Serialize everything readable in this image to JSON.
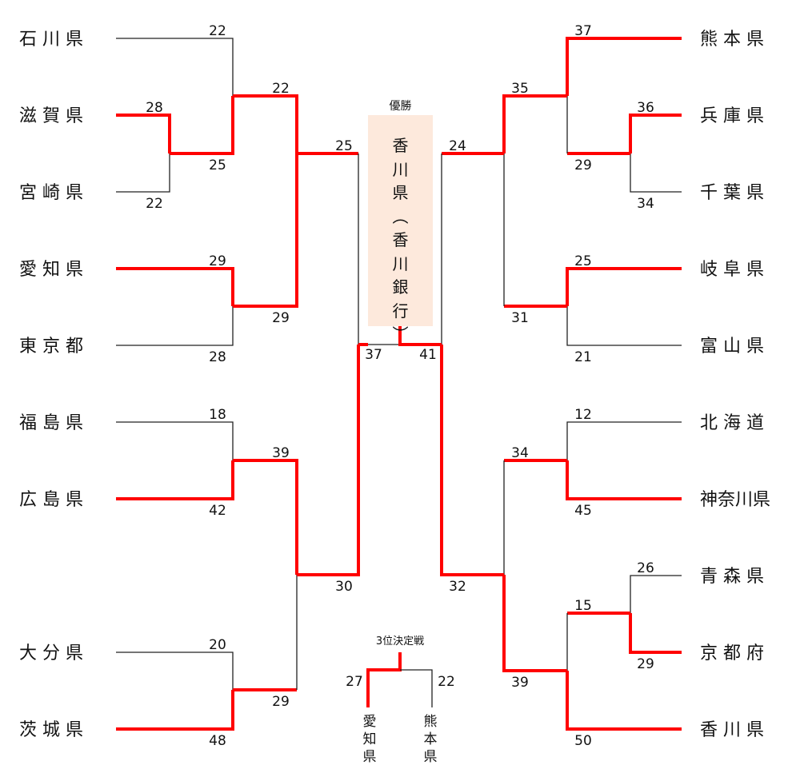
{
  "colors": {
    "win": "#ff0000",
    "loss": "#222222",
    "champion_box": "#fde9dc"
  },
  "final": {
    "label": "優勝",
    "champion_chars": [
      "香",
      "川",
      "県",
      "︵",
      "香",
      "川",
      "銀",
      "行",
      "︶"
    ],
    "champion_text": "香川県（香川銀行）",
    "left_score": "37",
    "right_score": "41"
  },
  "third_place": {
    "label": "3位決定戦",
    "left": {
      "team_chars": [
        "愛",
        "知",
        "県"
      ],
      "team": "愛知県",
      "score": "27",
      "winner": true
    },
    "right": {
      "team_chars": [
        "熊",
        "本",
        "県"
      ],
      "team": "熊本県",
      "score": "22",
      "winner": false
    }
  },
  "left": {
    "teams": [
      {
        "name": "石 川 県",
        "score": "22",
        "winner": false
      },
      {
        "name": "滋 賀 県",
        "score": "28",
        "winner": true
      },
      {
        "name": "宮 崎 県",
        "score": "22",
        "winner": false
      },
      {
        "name": "愛 知 県",
        "score": "29",
        "winner": true
      },
      {
        "name": "東 京 都",
        "score": "28",
        "winner": false
      },
      {
        "name": "福 島 県",
        "score": "18",
        "winner": false
      },
      {
        "name": "広 島 県",
        "score": "42",
        "winner": true
      },
      {
        "name": "大 分 県",
        "score": "20",
        "winner": false
      },
      {
        "name": "茨 城 県",
        "score": "48",
        "winner": true
      }
    ],
    "round_scores": {
      "shiga_miyazaki_winner": "25",
      "ishikawa_vs": "22",
      "r2_top": "22",
      "r2_aichi": "29",
      "r3_top": "25",
      "r3_aichi": "29",
      "r2_hiroshima": "39",
      "r2_ibaraki": "29",
      "r3_bottom": "30"
    }
  },
  "right": {
    "teams": [
      {
        "name": "熊 本 県",
        "score": "37",
        "winner": true
      },
      {
        "name": "兵 庫 県",
        "score": "36",
        "winner": true
      },
      {
        "name": "千 葉 県",
        "score": "34",
        "winner": false
      },
      {
        "name": "岐 阜 県",
        "score": "25",
        "winner": true
      },
      {
        "name": "富 山 県",
        "score": "21",
        "winner": false
      },
      {
        "name": "北 海 道",
        "score": "12",
        "winner": false
      },
      {
        "name": "神奈川県",
        "score": "45",
        "winner": true
      },
      {
        "name": "青 森 県",
        "score": "26",
        "winner": false
      },
      {
        "name": "京 都 府",
        "score": "29",
        "winner": true
      },
      {
        "name": "香 川 県",
        "score": "50",
        "winner": true
      }
    ],
    "round_scores": {
      "hyogo_path": "29",
      "r2_kumamoto": "35",
      "r2_gifu": "31",
      "r3_top": "24",
      "r2_kanagawa": "34",
      "kyoto_path": "15",
      "r2_kagawa": "39",
      "r3_bottom": "32"
    }
  }
}
